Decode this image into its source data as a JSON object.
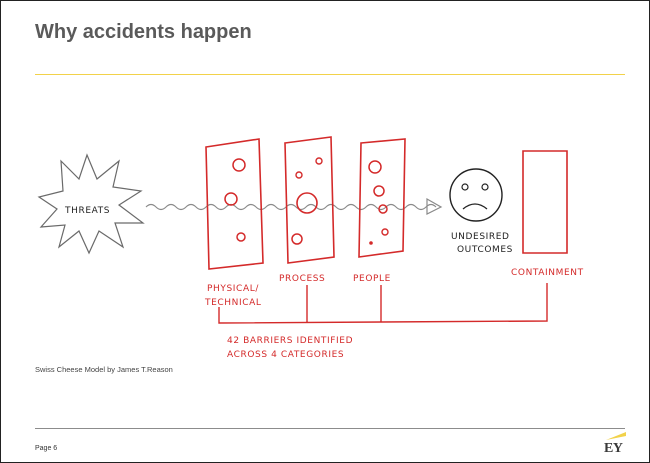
{
  "slide": {
    "title": "Why accidents happen",
    "caption": "Swiss Cheese Model by James T.Reason",
    "page_number": "Page 6",
    "logo_text": "EY"
  },
  "diagram": {
    "threats_label": "THREATS",
    "barrier_labels": {
      "physical_line1": "PHYSICAL/",
      "physical_line2": "TECHNICAL",
      "process": "PROCESS",
      "people": "PEOPLE",
      "containment": "CONTAINMENT"
    },
    "outcome_line1": "UNDESIRED",
    "outcome_line2": "OUTCOMES",
    "summary_line1": "42 BARRIERS IDENTIFIED",
    "summary_line2": "ACROSS 4 CATEGORIES"
  },
  "colors": {
    "barrier_red": "#d42a2a",
    "sketch_gray": "#8a8a8a",
    "accent_yellow": "#f2d24a",
    "title_gray": "#5a5a5a"
  }
}
